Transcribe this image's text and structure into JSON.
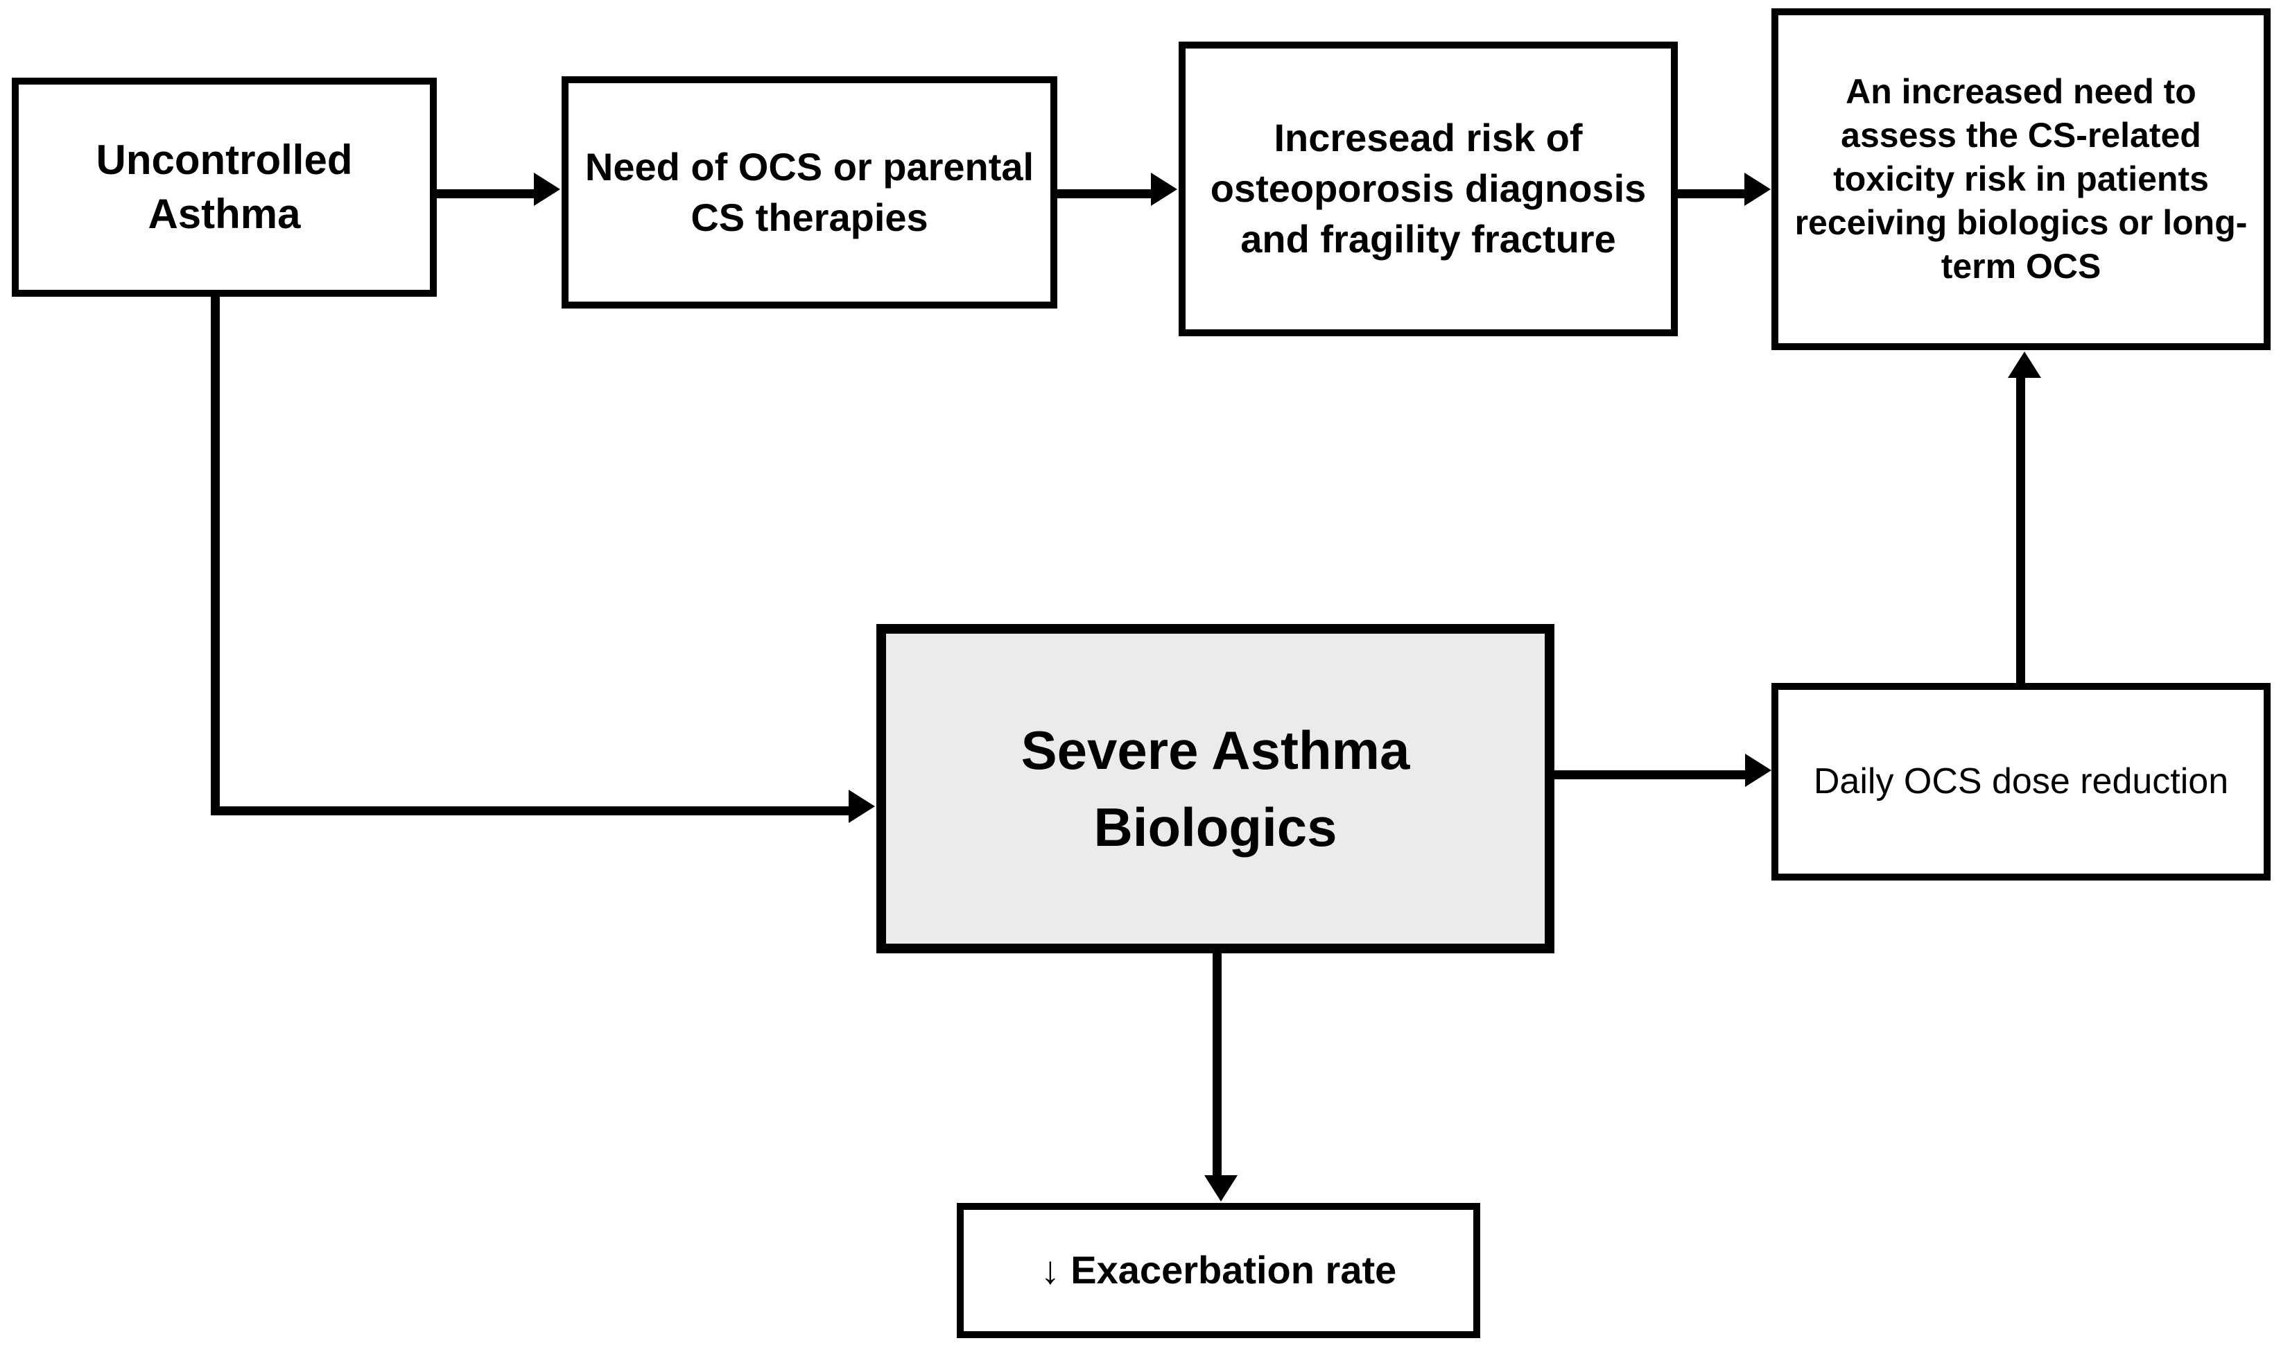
{
  "diagram": {
    "type": "flowchart",
    "background_color": "#ffffff",
    "line_color": "#000000",
    "highlight_fill": "#ebebeb",
    "nodes": [
      {
        "id": "uncontrolled",
        "label": "Uncontrolled Asthma"
      },
      {
        "id": "ocs-need",
        "label": "Need of OCS or parental CS therapies"
      },
      {
        "id": "osteoporosis",
        "label": "Incresead risk of osteoporosis diagnosis and fragility fracture"
      },
      {
        "id": "assess-toxicity",
        "label": "An increased need to assess the CS-related toxicity risk in patients receiving biologics or long-term OCS"
      },
      {
        "id": "biologics",
        "label": "Severe Asthma Biologics"
      },
      {
        "id": "ocs-reduction",
        "label": "Daily OCS dose reduction"
      },
      {
        "id": "exacerbation",
        "label": "↓ Exacerbation rate"
      }
    ],
    "edges": [
      {
        "id": "e1",
        "from": "uncontrolled",
        "to": "ocs-need",
        "direction": "right"
      },
      {
        "id": "e2",
        "from": "ocs-need",
        "to": "osteoporosis",
        "direction": "right"
      },
      {
        "id": "e3",
        "from": "osteoporosis",
        "to": "assess-toxicity",
        "direction": "right"
      },
      {
        "id": "e4",
        "from": "uncontrolled",
        "to": "biologics",
        "direction": "down-right"
      },
      {
        "id": "e5",
        "from": "biologics",
        "to": "ocs-reduction",
        "direction": "right"
      },
      {
        "id": "e6",
        "from": "ocs-reduction",
        "to": "assess-toxicity",
        "direction": "up"
      },
      {
        "id": "e7",
        "from": "biologics",
        "to": "exacerbation",
        "direction": "down"
      }
    ]
  }
}
